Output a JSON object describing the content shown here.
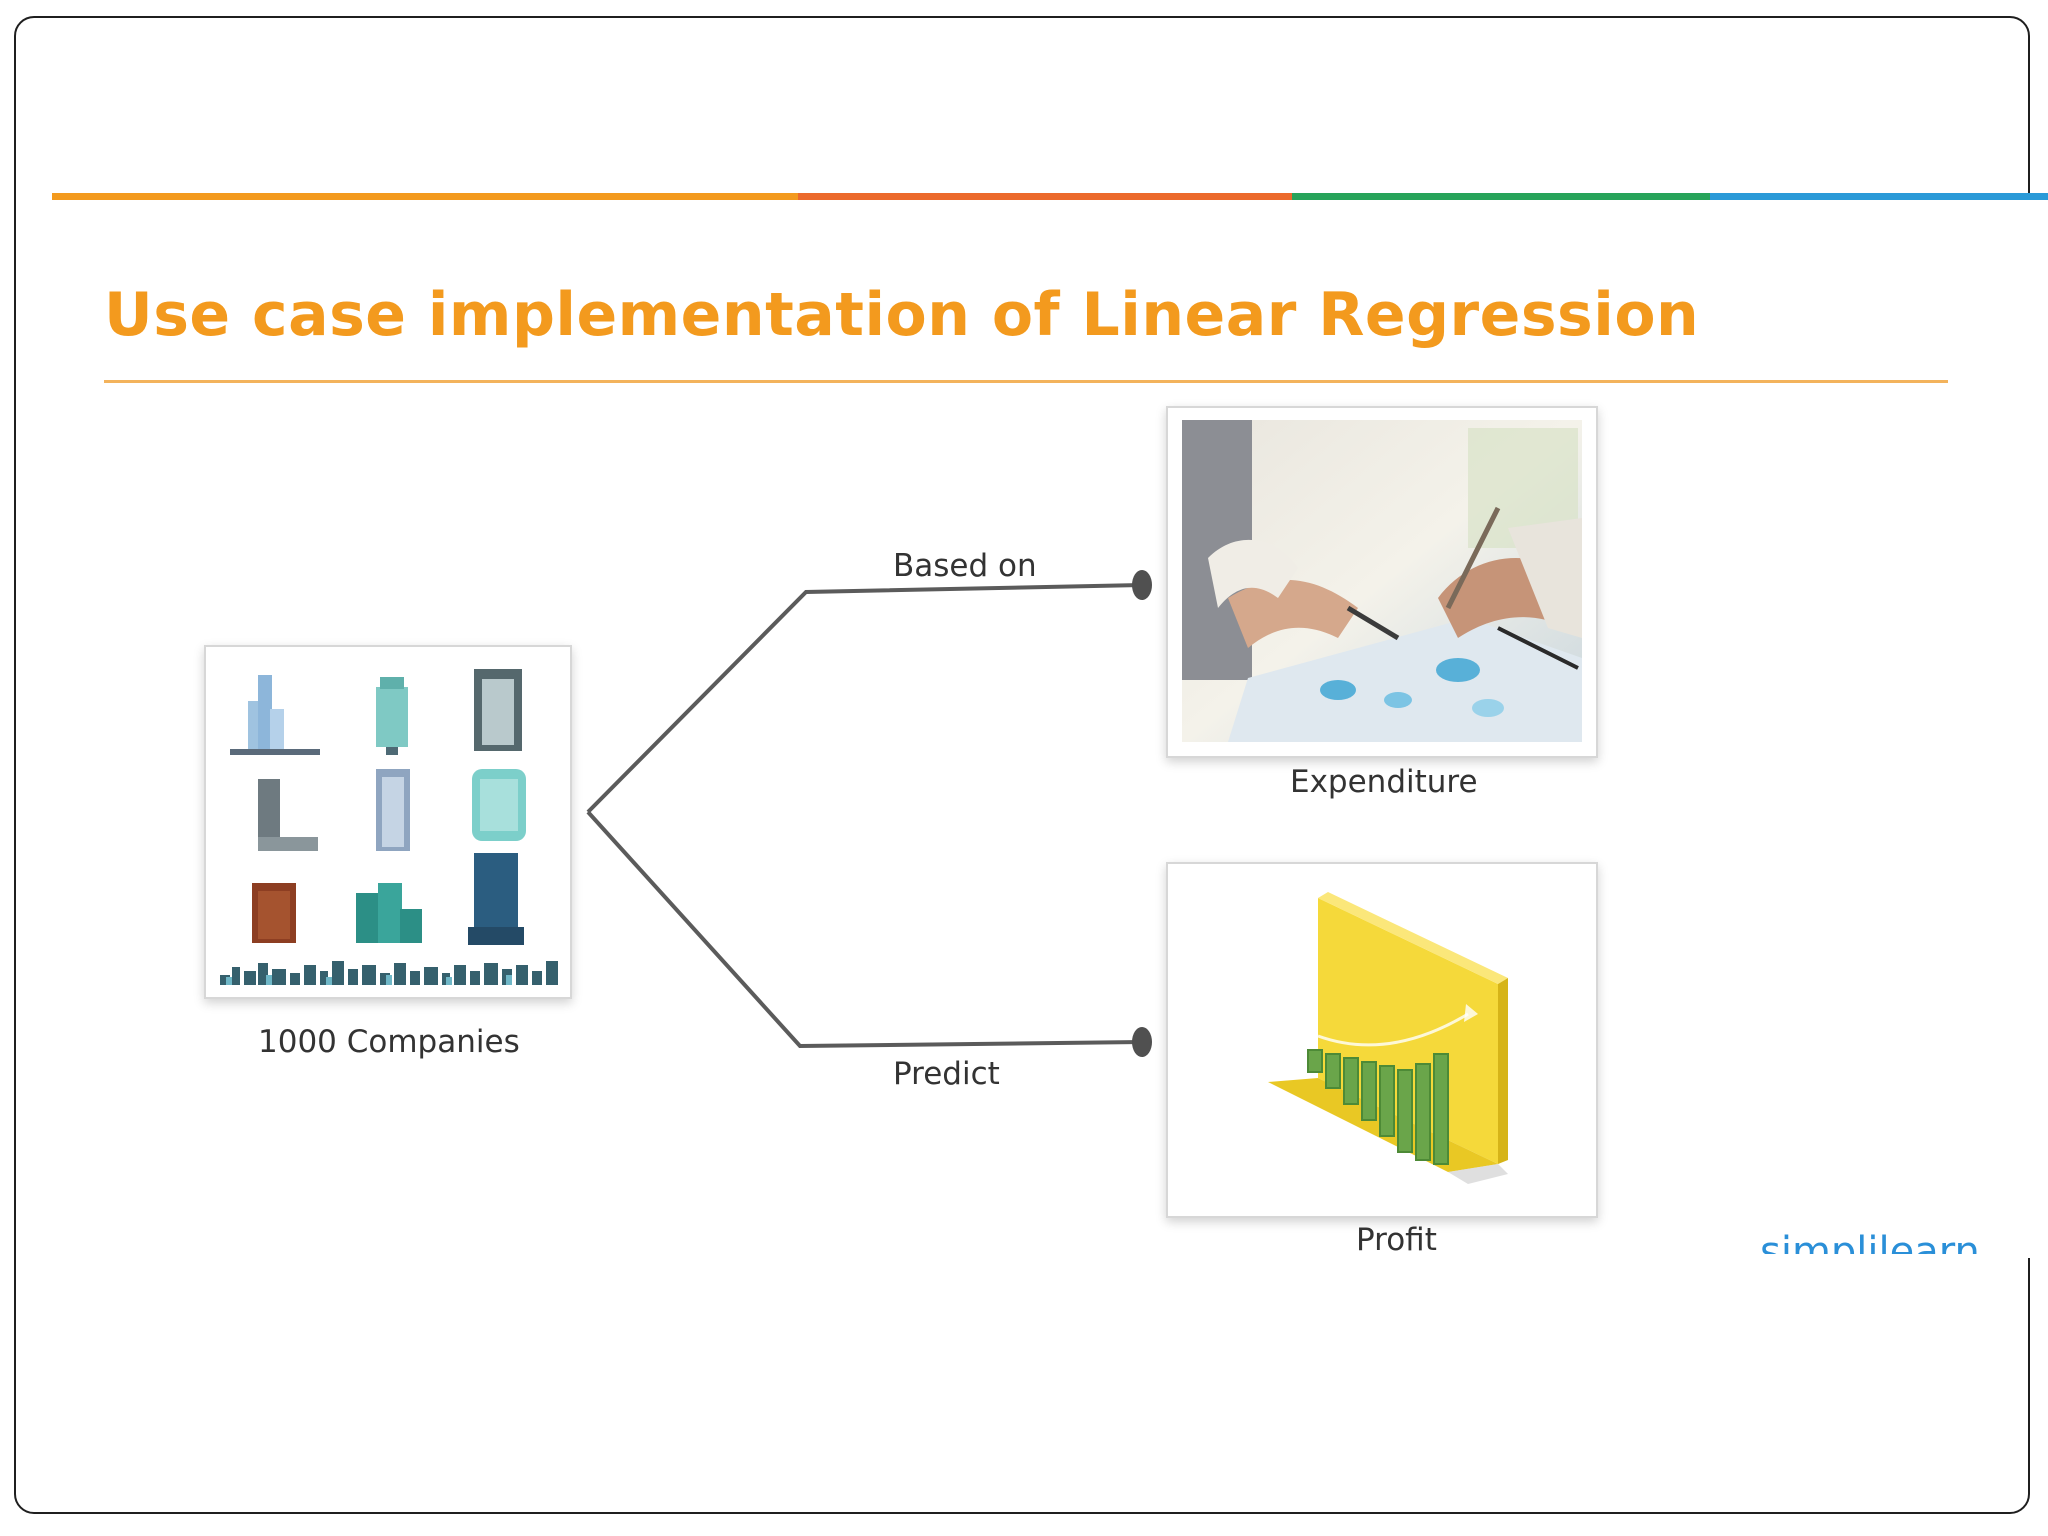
{
  "slide": {
    "title": "Use case implementation of Linear Regression",
    "accent_colors": [
      "#f39a1e",
      "#ec6a2c",
      "#27a35a",
      "#2a9ad8"
    ]
  },
  "diagram": {
    "source": {
      "label": "1000 Companies",
      "icon": "office-buildings-icon"
    },
    "edges": [
      {
        "label": "Based on"
      },
      {
        "label": "Predict"
      }
    ],
    "targets": [
      {
        "label": "Expenditure",
        "icon": "business-analysis-photo"
      },
      {
        "label": "Profit",
        "icon": "money-growth-chart-icon"
      }
    ]
  },
  "brand": {
    "text": "simplilearn"
  }
}
